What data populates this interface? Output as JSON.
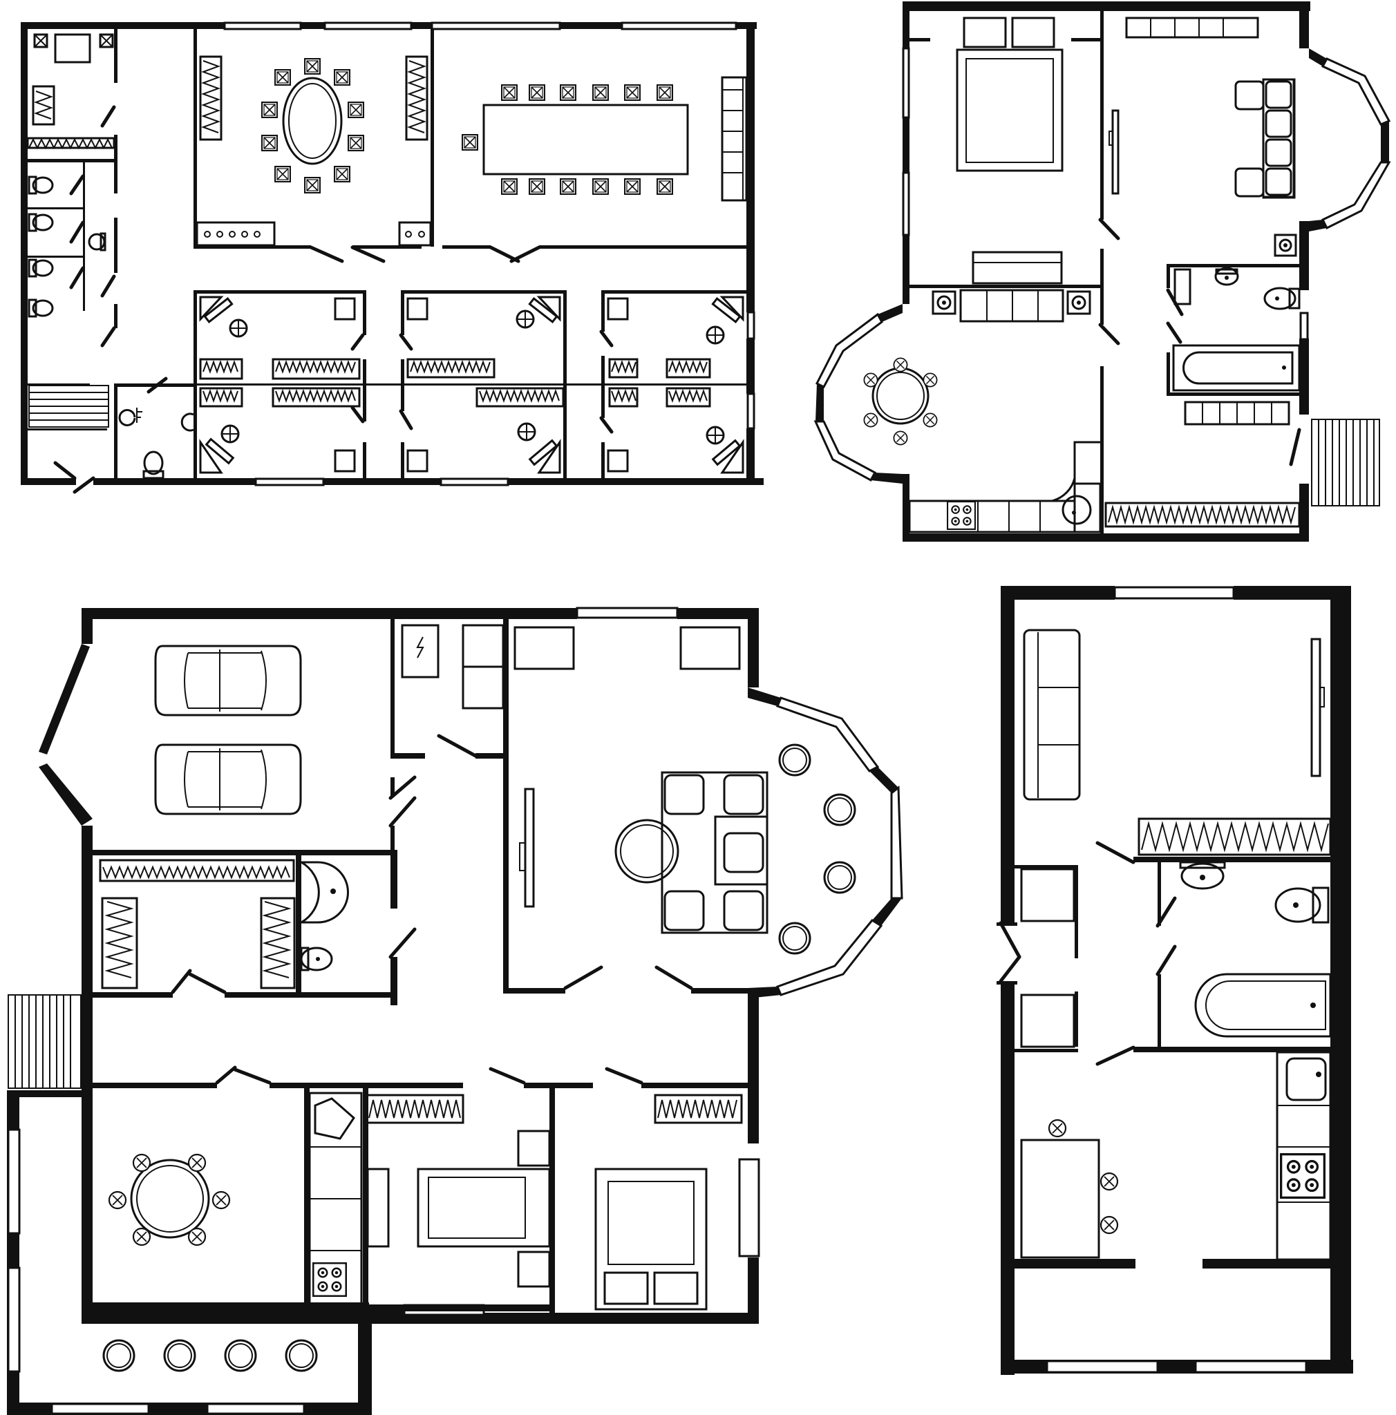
{
  "image": {
    "description_visible_text": "",
    "plans": [
      {
        "name": "office-plan"
      },
      {
        "name": "house-plan-bay"
      },
      {
        "name": "house-plan-garage"
      },
      {
        "name": "apartment-plan"
      }
    ]
  },
  "colors": {
    "wall": "#111111",
    "background": "#ffffff"
  }
}
